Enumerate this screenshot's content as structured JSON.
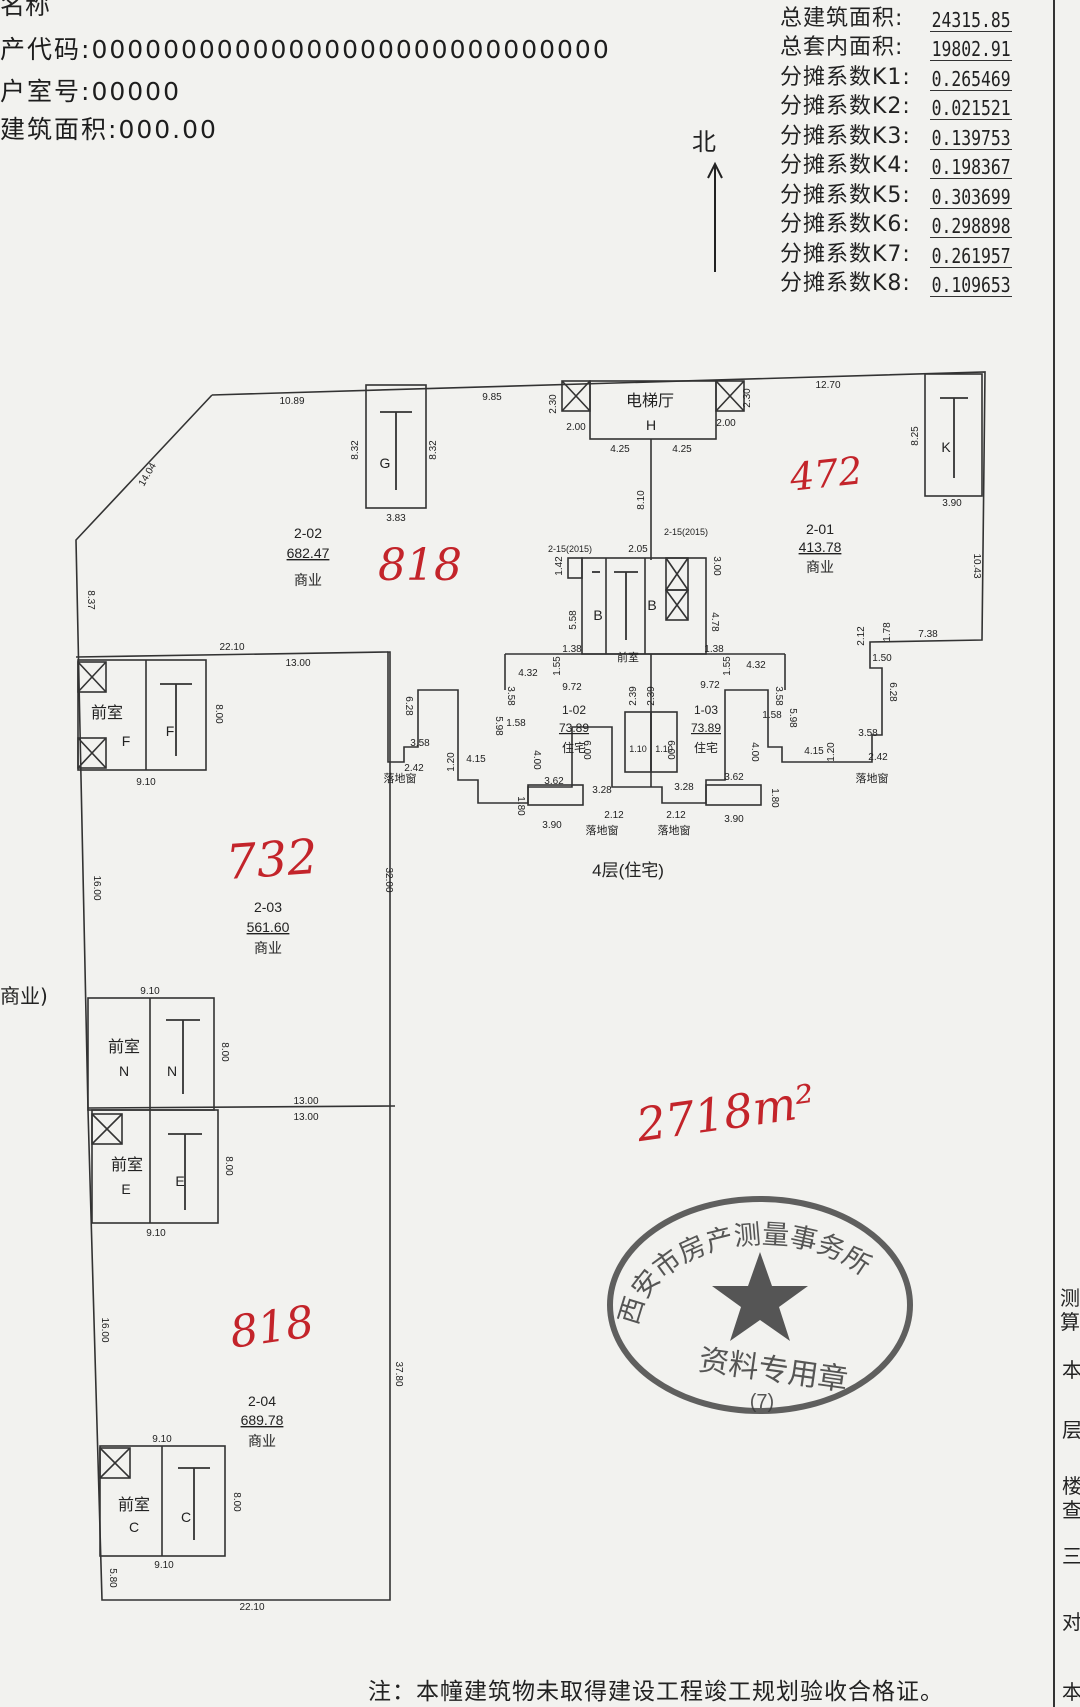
{
  "header": {
    "top_label": "名称",
    "property_code_label": "产代码",
    "property_code_value": "00000000000000000000000000000",
    "room_label": "户室号",
    "room_value": "00000",
    "area_label": "建筑面积",
    "area_value": "000.00"
  },
  "stats": [
    {
      "label": "总建筑面积:",
      "value": "24315.85"
    },
    {
      "label": "总套内面积:",
      "value": "19802.91"
    },
    {
      "label": "分摊系数K1:",
      "value": "0.265469"
    },
    {
      "label": "分摊系数K2:",
      "value": "0.021521"
    },
    {
      "label": "分摊系数K3:",
      "value": "0.139753"
    },
    {
      "label": "分摊系数K4:",
      "value": "0.198367"
    },
    {
      "label": "分摊系数K5:",
      "value": "0.303699"
    },
    {
      "label": "分摊系数K6:",
      "value": "0.298898"
    },
    {
      "label": "分摊系数K7:",
      "value": "0.261957"
    },
    {
      "label": "分摊系数K8:",
      "value": "0.109653"
    }
  ],
  "north": "北",
  "floor_label": "4层(住宅)",
  "left_cut_label": "商业)",
  "rooms": {
    "r201": {
      "id": "2-01",
      "area": "413.78",
      "use": "商业"
    },
    "r202": {
      "id": "2-02",
      "area": "682.47",
      "use": "商业"
    },
    "r203": {
      "id": "2-03",
      "area": "561.60",
      "use": "商业"
    },
    "r204": {
      "id": "2-04",
      "area": "689.78",
      "use": "商业"
    },
    "r102": {
      "id": "1-02",
      "area": "73.89",
      "use": "住宅"
    },
    "r103": {
      "id": "1-03",
      "area": "73.89",
      "use": "住宅"
    }
  },
  "elevator_hall": {
    "name": "电梯厅",
    "letter": "H"
  },
  "stair_letters": {
    "G": "G",
    "K": "K",
    "F": "F",
    "N": "N",
    "E": "E",
    "C": "C",
    "B": "B"
  },
  "vestibule": "前室",
  "window": "落地窗",
  "dims": {
    "d1089": "10.89",
    "d985": "9.85",
    "d1270": "12.70",
    "d1404": "14.04",
    "d837": "8.37",
    "d832a": "8.32",
    "d832b": "8.32",
    "d383": "3.83",
    "d230a": "2.30",
    "d230b": "2.30",
    "d200a": "2.00",
    "d200b": "2.00",
    "d425a": "4.25",
    "d425b": "4.25",
    "d810": "8.10",
    "d825": "8.25",
    "d390a": "3.90",
    "d1043": "10.43",
    "d212a": "2.12",
    "d178": "1.78",
    "d738": "7.38",
    "d150": "1.50",
    "d628a": "6.28",
    "d628b": "6.28",
    "d358a": "3.58",
    "d358b": "3.58",
    "d242a": "2.42",
    "d242b": "2.42",
    "d415a": "4.15",
    "d415b": "4.15",
    "d120a": "1.20",
    "d120b": "1.20",
    "d2210a": "22.10",
    "d1300a": "13.00",
    "d800f": "8.00",
    "d910f": "9.10",
    "d215a": "2-15(2015)",
    "d215b": "2-15(2015)",
    "d205": "2.05",
    "d142": "1.42",
    "d300": "3.00",
    "d558": "5.58",
    "d478": "4.78",
    "d138a": "1.38",
    "d138b": "1.38",
    "d155a": "1.55",
    "d155b": "1.55",
    "d432a": "4.32",
    "d432b": "4.32",
    "d972a": "9.72",
    "d972b": "9.72",
    "d239a": "2.39",
    "d239b": "2.39",
    "d358c": "3.58",
    "d358d": "3.58",
    "d598a": "5.98",
    "d598b": "5.98",
    "d158a": "1.58",
    "d158b": "1.58",
    "d400a": "4.00",
    "d400b": "4.00",
    "d600a": "6.00",
    "d600b": "6.00",
    "d110a": "1.10",
    "d110b": "1.10",
    "d362a": "3.62",
    "d362b": "3.62",
    "d328a": "3.28",
    "d328b": "3.28",
    "d180a": "1.80",
    "d180b": "1.80",
    "d390b": "3.90",
    "d390c": "3.90",
    "d212b": "2.12",
    "d212c": "2.12",
    "d1600a": "16.00",
    "d3200": "32.00",
    "d910n": "9.10",
    "d800n": "8.00",
    "d1300b": "13.00",
    "d1300c": "13.00",
    "d800e": "8.00",
    "d910e": "9.10",
    "d1600b": "16.00",
    "d3780": "37.80",
    "d910c": "9.10",
    "d800c": "8.00",
    "d910c2": "9.10",
    "d580": "5.80",
    "d2210b": "22.10"
  },
  "handwritten": {
    "h472": "472",
    "h818": "818",
    "h732": "732",
    "h818b": "818",
    "total": "2718m²"
  },
  "stamp": {
    "ring_text": "西安市房产测量事务所",
    "center_text": "资料专用章",
    "number": "(7)"
  },
  "footer_note": "注：本幢建筑物未取得建设工程竣工规划验收合格证。",
  "right_cut_chars": [
    "测",
    "算",
    "本",
    "层",
    "楼",
    "查",
    "三",
    "对",
    "本"
  ]
}
